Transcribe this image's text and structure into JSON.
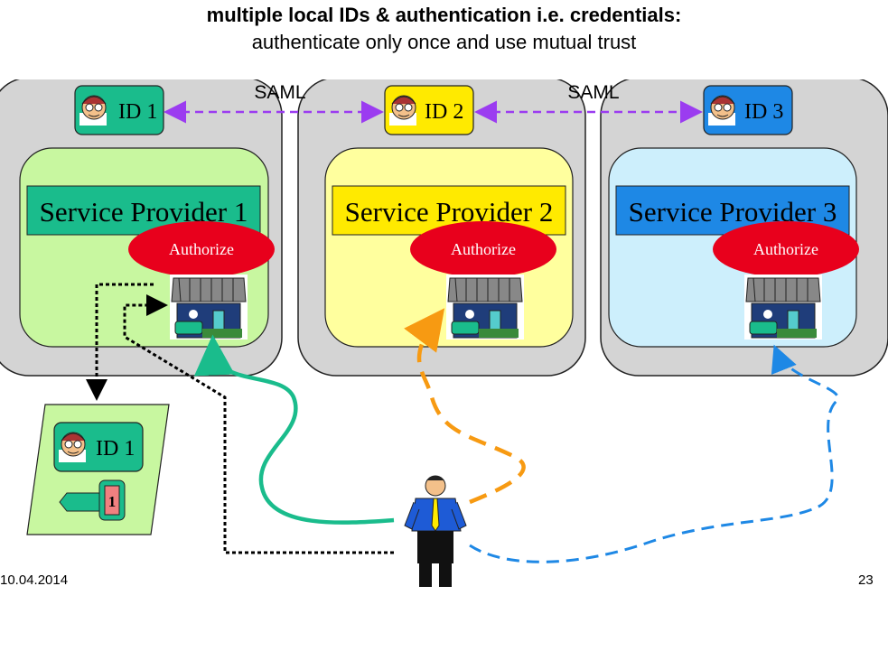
{
  "header": {
    "title": "multiple local IDs & authentication i.e. credentials:",
    "subtitle": "authenticate only once and use mutual trust"
  },
  "footer": {
    "date": "10.04.2014",
    "page_number": "23"
  },
  "saml_labels": [
    "SAML",
    "SAML"
  ],
  "id_badges": [
    {
      "label": "ID 1",
      "color": "#1abc8c"
    },
    {
      "label": "ID 2",
      "color": "#ffea00"
    },
    {
      "label": "ID 3",
      "color": "#1e88e5"
    }
  ],
  "providers": [
    {
      "label": "Service Provider 1",
      "authorize": "Authorize",
      "panel": "#c8f7a0",
      "banner": "#1abc8c"
    },
    {
      "label": "Service Provider 2",
      "authorize": "Authorize",
      "panel": "#ffff9e",
      "banner": "#ffea00"
    },
    {
      "label": "Service Provider 3",
      "authorize": "Authorize",
      "panel": "#cdeffc",
      "banner": "#1e88e5"
    }
  ],
  "wallet": {
    "id_label": "ID 1",
    "key_label": "1",
    "color": "#c8f7a0"
  },
  "colors": {
    "saml_arrow": "#9b3cf0",
    "user_to_sp1": "#1abc8c",
    "user_to_sp2": "#f79a12",
    "user_to_sp3": "#1e88e5",
    "authorize": "#e8001c"
  }
}
